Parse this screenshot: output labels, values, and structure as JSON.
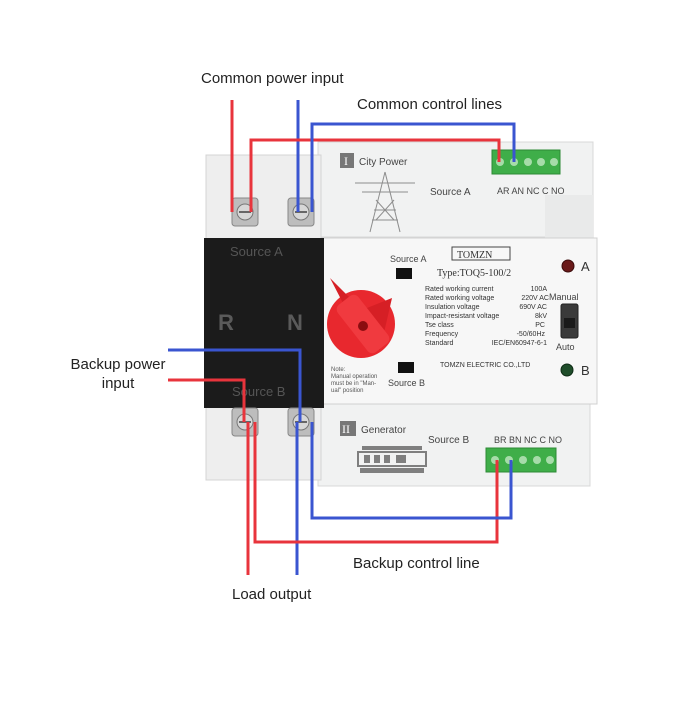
{
  "callouts": {
    "common_power_input": "Common power input",
    "common_control_lines": "Common control lines",
    "backup_power_input_1": "Backup power",
    "backup_power_input_2": "input",
    "load_output": "Load output",
    "backup_control_line": "Backup control line"
  },
  "device": {
    "brand": "TOMZN",
    "type": "Type:TOQ5-100/2",
    "manufacturer": "TOMZN ELECTRIC CO.,LTD",
    "left_block": {
      "source_a": "Source A",
      "source_b": "Source B",
      "r": "R",
      "n": "N"
    },
    "top_module": {
      "roman": "I",
      "title": "City Power",
      "source": "Source A",
      "terminals": "AR AN NC C NO"
    },
    "bottom_module": {
      "roman": "II",
      "title": "Generator",
      "source": "Source B",
      "terminals": "BR BN NC C NO"
    },
    "switch_labels": {
      "source_a": "Source A",
      "source_b": "Source B"
    },
    "note_lines": [
      "Note:",
      "Manual operation",
      "must be in \"Man-",
      "ual\" position"
    ],
    "specs": [
      [
        "Rated working current",
        "100A"
      ],
      [
        "Rated working voltage",
        "220V AC"
      ],
      [
        "Insulation voltage",
        "690V AC"
      ],
      [
        "Impact-resistant voltage",
        "8kV"
      ],
      [
        "Tse class",
        "PC"
      ],
      [
        "Frequency",
        "-50/60Hz"
      ],
      [
        "Standard",
        "IEC/EN60947-6-1"
      ]
    ],
    "indicators": {
      "a": "A",
      "b": "B",
      "manual": "Manual",
      "auto": "Auto"
    }
  },
  "colors": {
    "live_wire": "#e8343c",
    "neutral_wire": "#3a55d0",
    "housing_black": "#1b1b1b",
    "handle_red": "#e8282e",
    "terminal_green": "#3fae49"
  }
}
